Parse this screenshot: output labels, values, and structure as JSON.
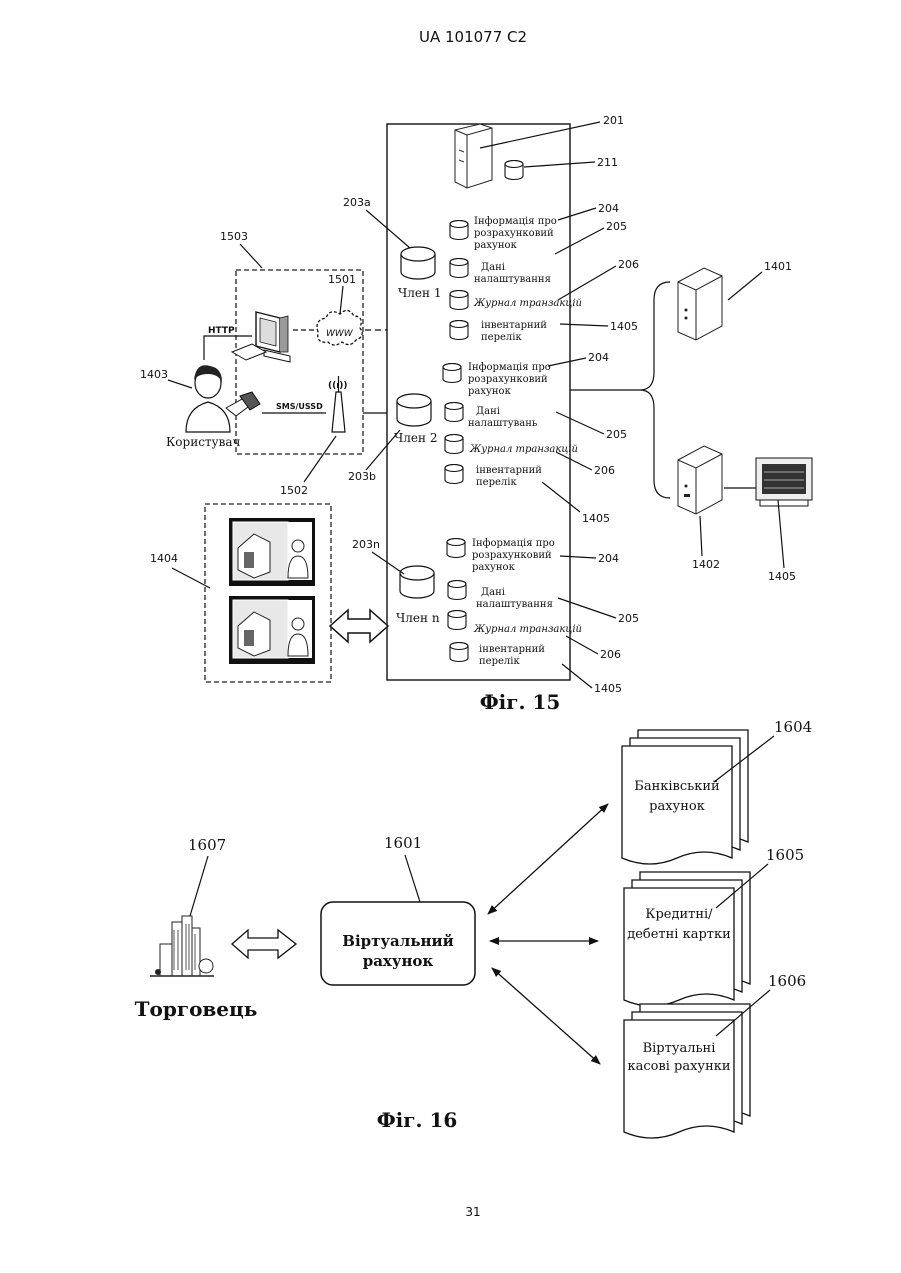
{
  "header": {
    "doc_id": "UA   101077   C2"
  },
  "footer": {
    "page_number": "31"
  },
  "fig15": {
    "caption": "Фіг. 15",
    "labels": {
      "l201": "201",
      "l211": "211",
      "l203a": "203a",
      "l204": "204",
      "l205": "205",
      "l206": "206",
      "l1405": "1405",
      "l1503": "1503",
      "l1501": "1501",
      "l1403": "1403",
      "l1502": "1502",
      "l203b": "203b",
      "l1404": "1404",
      "l203n": "203n",
      "l1401": "1401",
      "l1402": "1402"
    },
    "http": "HTTP",
    "www": "WWW",
    "sms": "SMS/USSD",
    "antenna": "((ı))",
    "user": "Користувач",
    "members": {
      "m1": "Член 1",
      "m2": "Член 2",
      "mn": "Член n"
    },
    "items": {
      "acc_1": "Інформація про",
      "acc_2": "розрахунковий",
      "acc_3": "рахунок",
      "set_1": "Дані",
      "set_2": "налаштування",
      "set_2b": "налаштувань",
      "jrn": "Журнал транзакцій",
      "inv_1": "інвентарний",
      "inv_2": "перелік"
    }
  },
  "fig16": {
    "caption": "Фіг. 16",
    "merchant_label": "Торговець",
    "labels": {
      "l1607": "1607",
      "l1601": "1601",
      "l1604": "1604",
      "l1605": "1605",
      "l1606": "1606"
    },
    "virtual_account": {
      "line1": "Віртуальний",
      "line2": "рахунок"
    },
    "bank_account": {
      "line1": "Банківський",
      "line2": "рахунок"
    },
    "cards": {
      "line1": "Кредитні/",
      "line2": "дебетні картки"
    },
    "virtual_cash": {
      "line1": "Віртуальні",
      "line2": "касові рахунки"
    }
  }
}
